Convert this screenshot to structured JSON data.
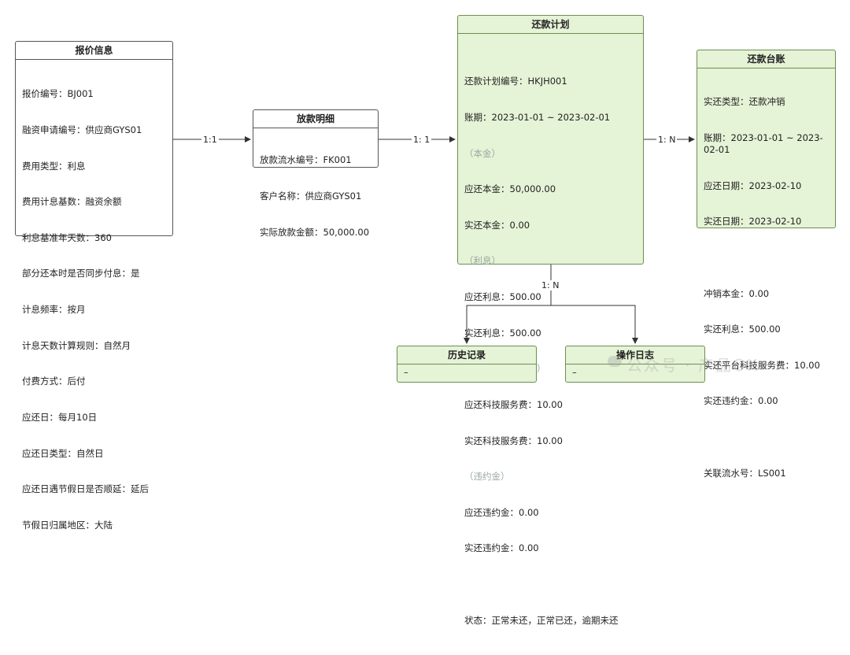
{
  "quote": {
    "title": "报价信息",
    "lines": [
      "报价编号：BJ001",
      "融资申请编号：供应商GYS01",
      "费用类型：利息",
      "费用计息基数：融资余额",
      "利息基准年天数：360",
      "部分还本时是否同步付息：是",
      "计息频率：按月",
      "计息天数计算规则：自然月",
      "付费方式：后付",
      "应还日：每月10日",
      "应还日类型：自然日",
      "应还日遇节假日是否顺延：延后",
      "节假日归属地区：大陆"
    ]
  },
  "loan": {
    "title": "放款明细",
    "lines": [
      "放款流水编号：FK001",
      "客户名称：供应商GYS01",
      "实际放款金额：50,000.00"
    ]
  },
  "plan": {
    "title": "还款计划",
    "lines": [
      {
        "text": "还款计划编号：HKJH001",
        "muted": false
      },
      {
        "text": "账期：2023-01-01 ~ 2023-02-01",
        "muted": false
      },
      {
        "text": "（本金）",
        "muted": true
      },
      {
        "text": "应还本金：50,000.00",
        "muted": false
      },
      {
        "text": "实还本金：0.00",
        "muted": false
      },
      {
        "text": "（利息）",
        "muted": true
      },
      {
        "text": "应还利息：500.00",
        "muted": false
      },
      {
        "text": "实还利息：500.00",
        "muted": false
      },
      {
        "text": "（平台科技服务费）",
        "muted": true
      },
      {
        "text": "应还科技服务费：10.00",
        "muted": false
      },
      {
        "text": "实还科技服务费：10.00",
        "muted": false
      },
      {
        "text": "（违约金）",
        "muted": true
      },
      {
        "text": "应还违约金：0.00",
        "muted": false
      },
      {
        "text": "实还违约金：0.00",
        "muted": false
      },
      {
        "text": "",
        "muted": false
      },
      {
        "text": "状态：正常未还，正常已还，逾期未还",
        "muted": false
      }
    ]
  },
  "ledger": {
    "title": "还款台账",
    "lines": [
      "实还类型：还款冲销",
      "账期：2023-01-01 ~ 2023-02-01",
      "应还日期：2023-02-10",
      "实还日期：2023-02-10",
      "",
      "冲销本金：0.00",
      "实还利息：500.00",
      "实还平台科技服务费：10.00",
      "实还违约金：0.00",
      "",
      "关联流水号：LS001"
    ]
  },
  "history": {
    "title": "历史记录",
    "body": "–"
  },
  "oplog": {
    "title": "操作日志",
    "body": "–"
  },
  "edges": {
    "quote_loan": "1:1",
    "loan_plan": "1: 1",
    "plan_ledger": "1: N",
    "plan_children": "1: N"
  },
  "watermark": "公众号 · 产品OK",
  "colors": {
    "entity_green": "#e5f3d6",
    "border_green": "#6a8f52",
    "line": "#333333"
  }
}
